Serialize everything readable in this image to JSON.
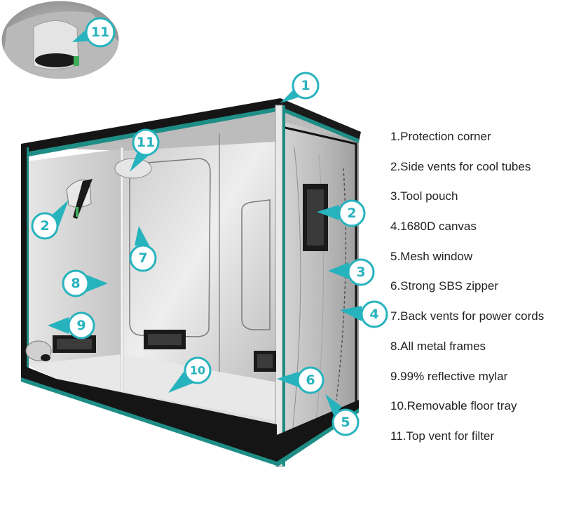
{
  "legend": [
    "1.Protection corner",
    "2.Side vents for cool tubes",
    "3.Tool pouch",
    "4.1680D canvas",
    "5.Mesh window",
    "6.Strong SBS zipper",
    "7.Back vents for power cords",
    "8.All metal frames",
    "9.99% reflective mylar",
    "10.Removable floor tray",
    "11.Top vent for filter"
  ],
  "callouts": {
    "inset": "11",
    "c1": "1",
    "c2_left": "2",
    "c2_right": "2",
    "c3": "3",
    "c4": "4",
    "c5": "5",
    "c6": "6",
    "c7": "7",
    "c8": "8",
    "c9": "9",
    "c10": "10",
    "c11": "11"
  },
  "colors": {
    "accent": "#27b3bd",
    "trim": "#1e8d85",
    "tent_black": "#111111",
    "mylar": "#d9d9d9"
  },
  "icons": [
    "tent-photo",
    "inset-vent-photo"
  ]
}
